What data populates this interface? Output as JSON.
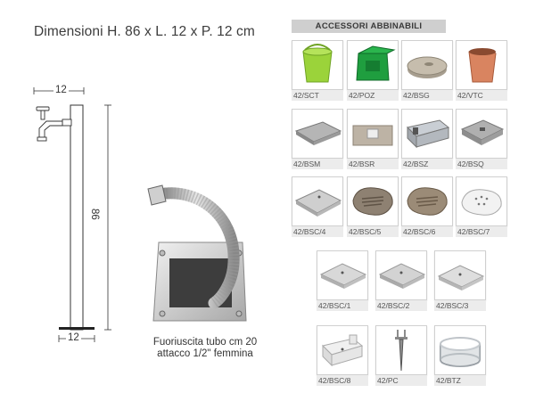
{
  "title": "Dimensioni H. 86 x L. 12 x P. 12 cm",
  "dimensions": {
    "top_width": "12",
    "height": "86",
    "bottom_width": "12"
  },
  "caption": {
    "line1": "Fuoriuscita tubo cm 20",
    "line2": "attacco 1/2\" femmina"
  },
  "accessories": {
    "header": "ACCESSORI ABBINABILI",
    "items": [
      {
        "code": "42/SCT",
        "icon": "green-bucket"
      },
      {
        "code": "42/POZ",
        "icon": "green-well-box"
      },
      {
        "code": "42/BSG",
        "icon": "stone-base"
      },
      {
        "code": "42/VTC",
        "icon": "terracotta-vase"
      },
      {
        "code": "42/BSM",
        "icon": "grey-slab"
      },
      {
        "code": "42/BSR",
        "icon": "stone-rectangular-base"
      },
      {
        "code": "42/BSZ",
        "icon": "metal-basin"
      },
      {
        "code": "42/BSQ",
        "icon": "square-grey-base"
      },
      {
        "code": "42/BSC/4",
        "icon": "grey-basin"
      },
      {
        "code": "42/BSC/5",
        "icon": "oval-basin-dark"
      },
      {
        "code": "42/BSC/6",
        "icon": "oval-basin-brown"
      },
      {
        "code": "42/BSC/7",
        "icon": "oval-basin-white"
      },
      {
        "code": "42/BSC/1",
        "icon": "square-basin-1"
      },
      {
        "code": "42/BSC/2",
        "icon": "square-basin-2"
      },
      {
        "code": "42/BSC/3",
        "icon": "square-basin-3"
      },
      {
        "code": "42/BSC/8",
        "icon": "white-basin"
      },
      {
        "code": "42/PC",
        "icon": "ground-spike"
      },
      {
        "code": "42/BTZ",
        "icon": "steel-ring"
      }
    ]
  }
}
